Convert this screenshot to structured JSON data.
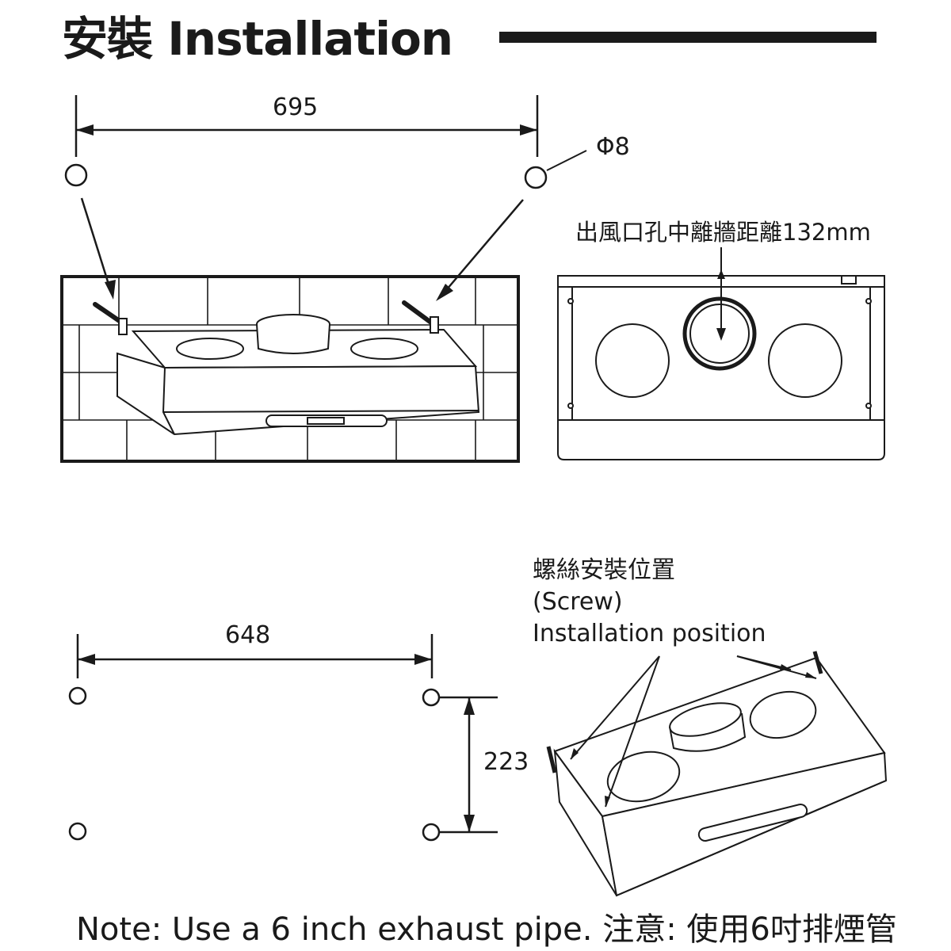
{
  "header": {
    "title": "安裝 Installation"
  },
  "dimensions": {
    "top_width": "695",
    "hole_diameter": "Φ8",
    "outlet_distance": "出風口孔中離牆距離132mm",
    "bottom_width": "648",
    "vertical_spacing": "223"
  },
  "screw_label": {
    "line1": "螺絲安裝位置",
    "line2": "(Screw)",
    "line3": "Installation position"
  },
  "footer": {
    "note": "Note: Use a 6 inch exhaust pipe.  注意: 使用6吋排煙管"
  }
}
